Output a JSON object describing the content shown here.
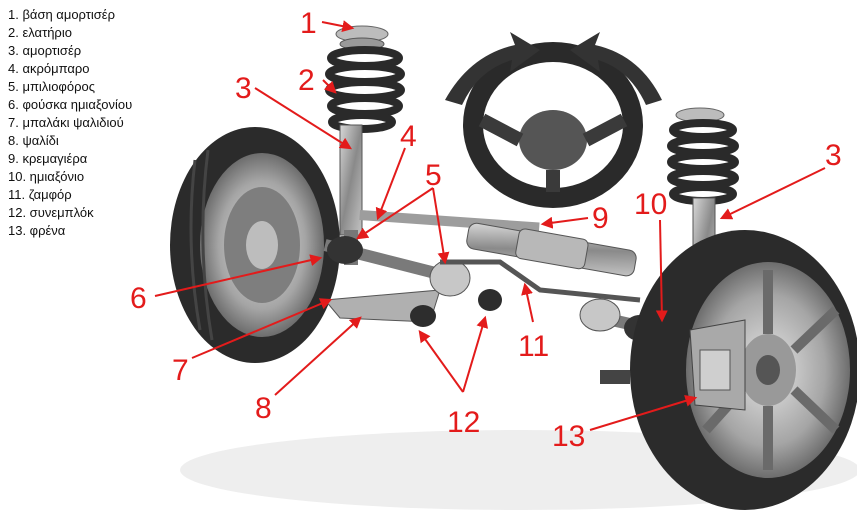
{
  "legend": [
    "1. βάση αμορτισέρ",
    "2. ελατήριο",
    "3. αμορτισέρ",
    "4. ακρόμπαρο",
    "5. μπιλιοφόρος",
    "6. φούσκα ημιαξονίου",
    "7. μπαλάκι ψαλιδιού",
    "8. ψαλίδι",
    "9. κρεμαγιέρα",
    "10. ημιαξόνιο",
    "11. ζαμφόρ",
    "12. συνεμπλόκ",
    "13. φρένα"
  ],
  "callouts": [
    "1",
    "2",
    "3",
    "4",
    "5",
    "6",
    "7",
    "8",
    "9",
    "10",
    "11",
    "12",
    "13",
    "3"
  ],
  "colors": {
    "callout": "#e31b1b",
    "tire": "#2b2b2b",
    "metal": "#9a9a9a"
  }
}
